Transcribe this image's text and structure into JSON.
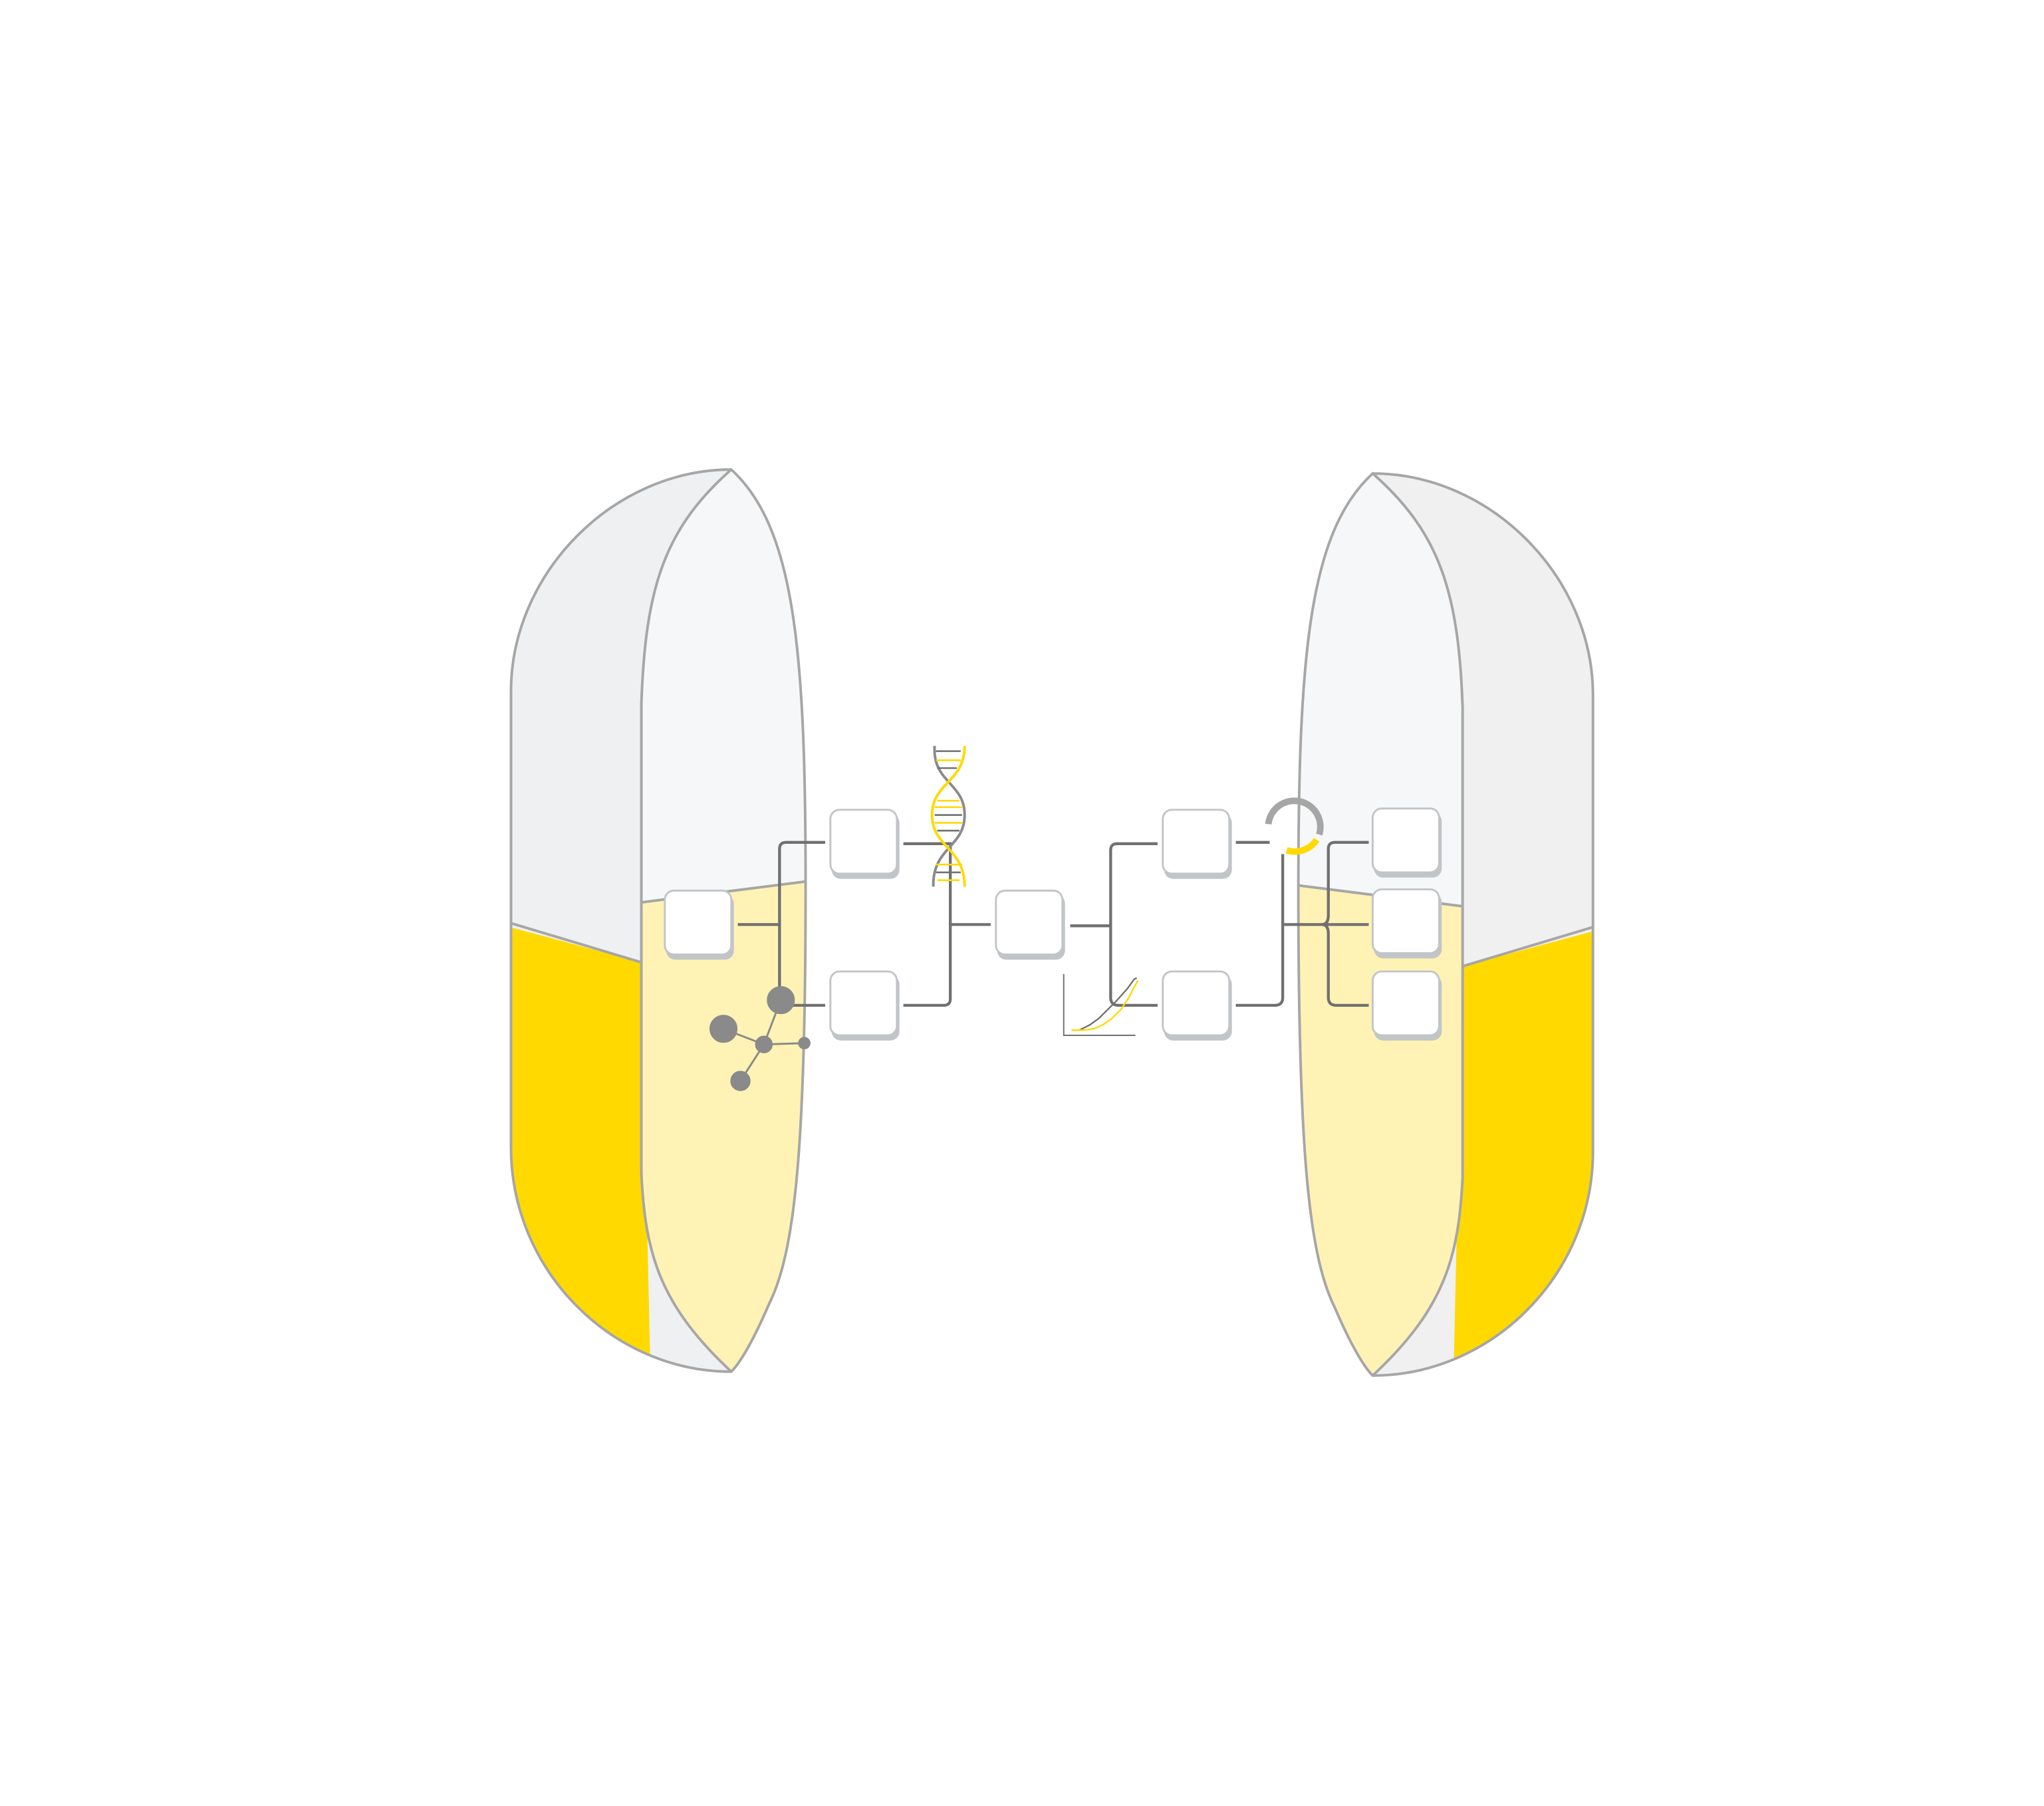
{
  "colors": {
    "background": "#ffffff",
    "capsule_back": "#eff0f2",
    "capsule_face": "#f6f7f8",
    "liquid_dark": "#ffd900",
    "liquid_light": "#fff2b5",
    "outline": "#a6a6a6",
    "connector": "#707070",
    "box_border": "#c2c5c8",
    "accent": "#ffd900",
    "molecule": "#8a8a8a"
  },
  "icons": [
    "capsule-left-half",
    "capsule-right-half",
    "dna-helix-icon",
    "molecule-icon",
    "growth-chart-icon",
    "progress-ring-icon"
  ],
  "progress_ring": {
    "fraction_highlighted": 0.3
  }
}
